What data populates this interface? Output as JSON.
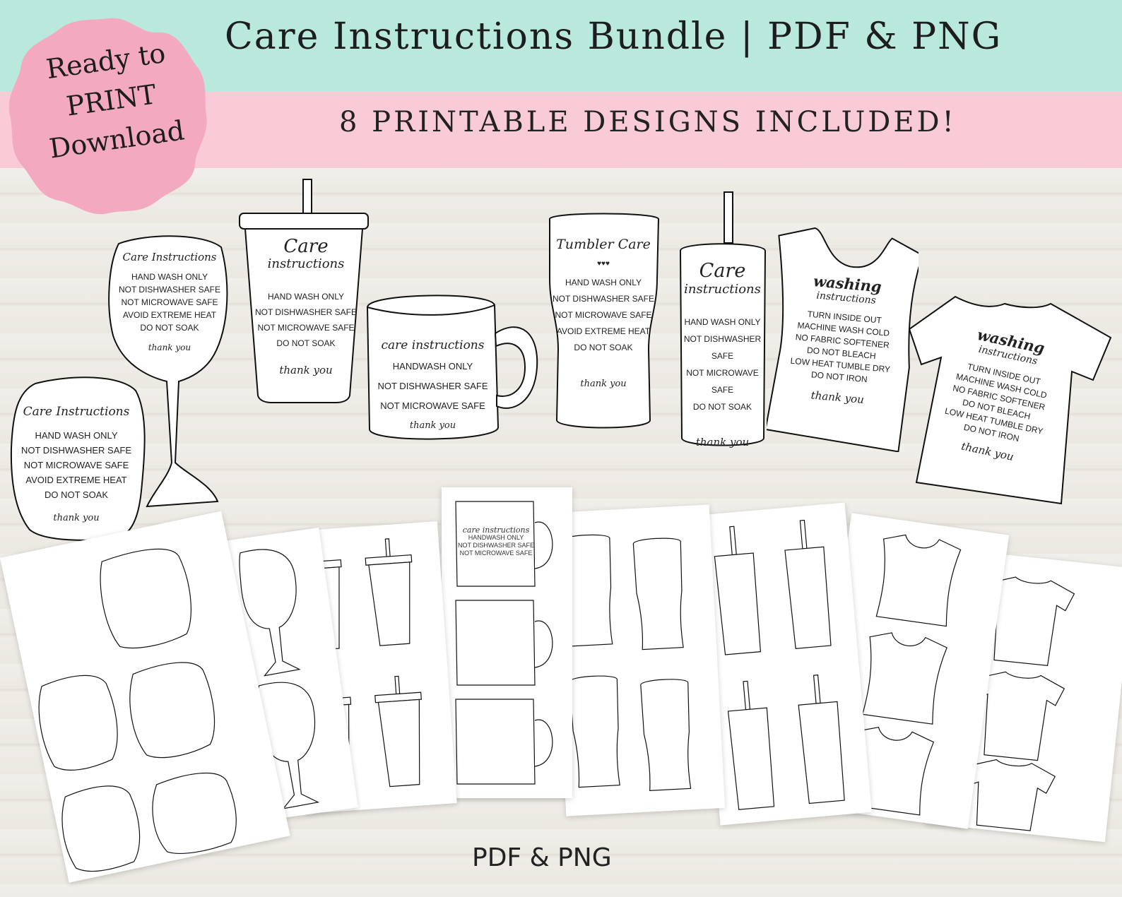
{
  "header": {
    "title": "Care Instructions Bundle | PDF & PNG",
    "subtitle": "8 PRINTABLE DESIGNS INCLUDED!"
  },
  "badge": {
    "line1": "Ready to",
    "line2": "PRINT",
    "line3": "Download"
  },
  "footer": {
    "text": "PDF & PNG"
  },
  "designs": {
    "stemless": {
      "title": "Care Instructions",
      "lines": [
        "HAND WASH ONLY",
        "NOT DISHWASHER SAFE",
        "NOT MICROWAVE SAFE",
        "AVOID EXTREME HEAT",
        "DO NOT SOAK"
      ],
      "thanks": "thank you"
    },
    "wine": {
      "title": "Care Instructions",
      "lines": [
        "HAND WASH ONLY",
        "NOT DISHWASHER SAFE",
        "NOT MICROWAVE SAFE",
        "AVOID EXTREME HEAT",
        "DO NOT SOAK"
      ],
      "thanks": "thank you"
    },
    "cup": {
      "title1": "Care",
      "title2": "instructions",
      "lines": [
        "HAND WASH ONLY",
        "NOT DISHWASHER SAFE",
        "NOT MICROWAVE SAFE",
        "DO NOT SOAK"
      ],
      "thanks": "thank you"
    },
    "mug": {
      "title": "care instructions",
      "lines": [
        "HANDWASH ONLY",
        "NOT DISHWASHER SAFE",
        "NOT MICROWAVE SAFE"
      ],
      "thanks": "thank you"
    },
    "tumbler": {
      "title": "Tumbler Care",
      "lines": [
        "HAND WASH ONLY",
        "NOT DISHWASHER SAFE",
        "NOT MICROWAVE SAFE",
        "AVOID EXTREME HEAT",
        "DO NOT SOAK"
      ],
      "thanks": "thank you"
    },
    "skinny": {
      "title1": "Care",
      "title2": "instructions",
      "lines": [
        "HAND WASH ONLY",
        "NOT DISHWASHER SAFE",
        "NOT MICROWAVE SAFE",
        "DO NOT SOAK"
      ],
      "thanks": "thank you"
    },
    "tank": {
      "title1": "washing",
      "title2": "instructions",
      "lines": [
        "TURN INSIDE OUT",
        "MACHINE WASH COLD",
        "NO FABRIC SOFTENER",
        "DO NOT BLEACH",
        "LOW HEAT TUMBLE DRY",
        "DO NOT IRON"
      ],
      "thanks": "thank you"
    },
    "tshirt": {
      "title1": "washing",
      "title2": "instructions",
      "lines": [
        "TURN INSIDE OUT",
        "MACHINE WASH COLD",
        "NO FABRIC SOFTENER",
        "DO NOT BLEACH",
        "LOW HEAT TUMBLE DRY",
        "DO NOT IRON"
      ],
      "thanks": "thank you"
    }
  },
  "colors": {
    "mint": "#b9e8dc",
    "pink": "#f8cbd6",
    "badge": "#f3a9c0"
  }
}
